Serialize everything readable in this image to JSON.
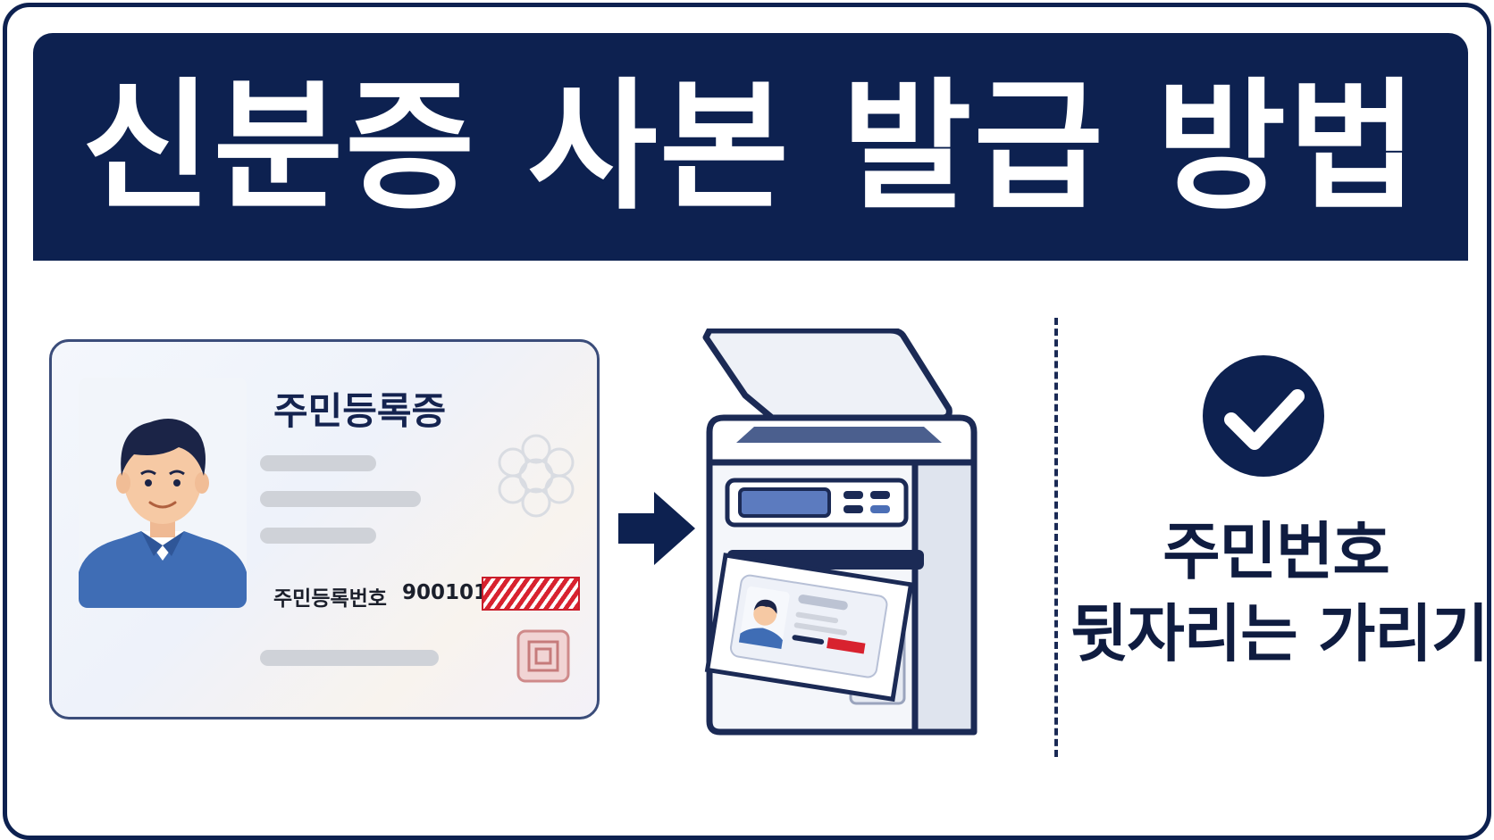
{
  "banner": {
    "title": "신분증 사본 발급 방법"
  },
  "id_card": {
    "title": "주민등록증",
    "rrn_label": "주민등록번호",
    "rrn_front": "900101-",
    "icons": [
      "person-photo-icon",
      "flower-watermark-icon",
      "seal-stamp-icon"
    ]
  },
  "flow": {
    "icons": [
      "arrow-right-icon",
      "copier-printer-icon"
    ]
  },
  "note": {
    "icon": "check-circle-icon",
    "line1": "주민번호",
    "line2": "뒷자리는 가리기"
  },
  "colors": {
    "navy": "#0d2150",
    "redact_red": "#d8222f",
    "shirt_blue": "#3f6db5",
    "skin": "#f6c9a4"
  }
}
